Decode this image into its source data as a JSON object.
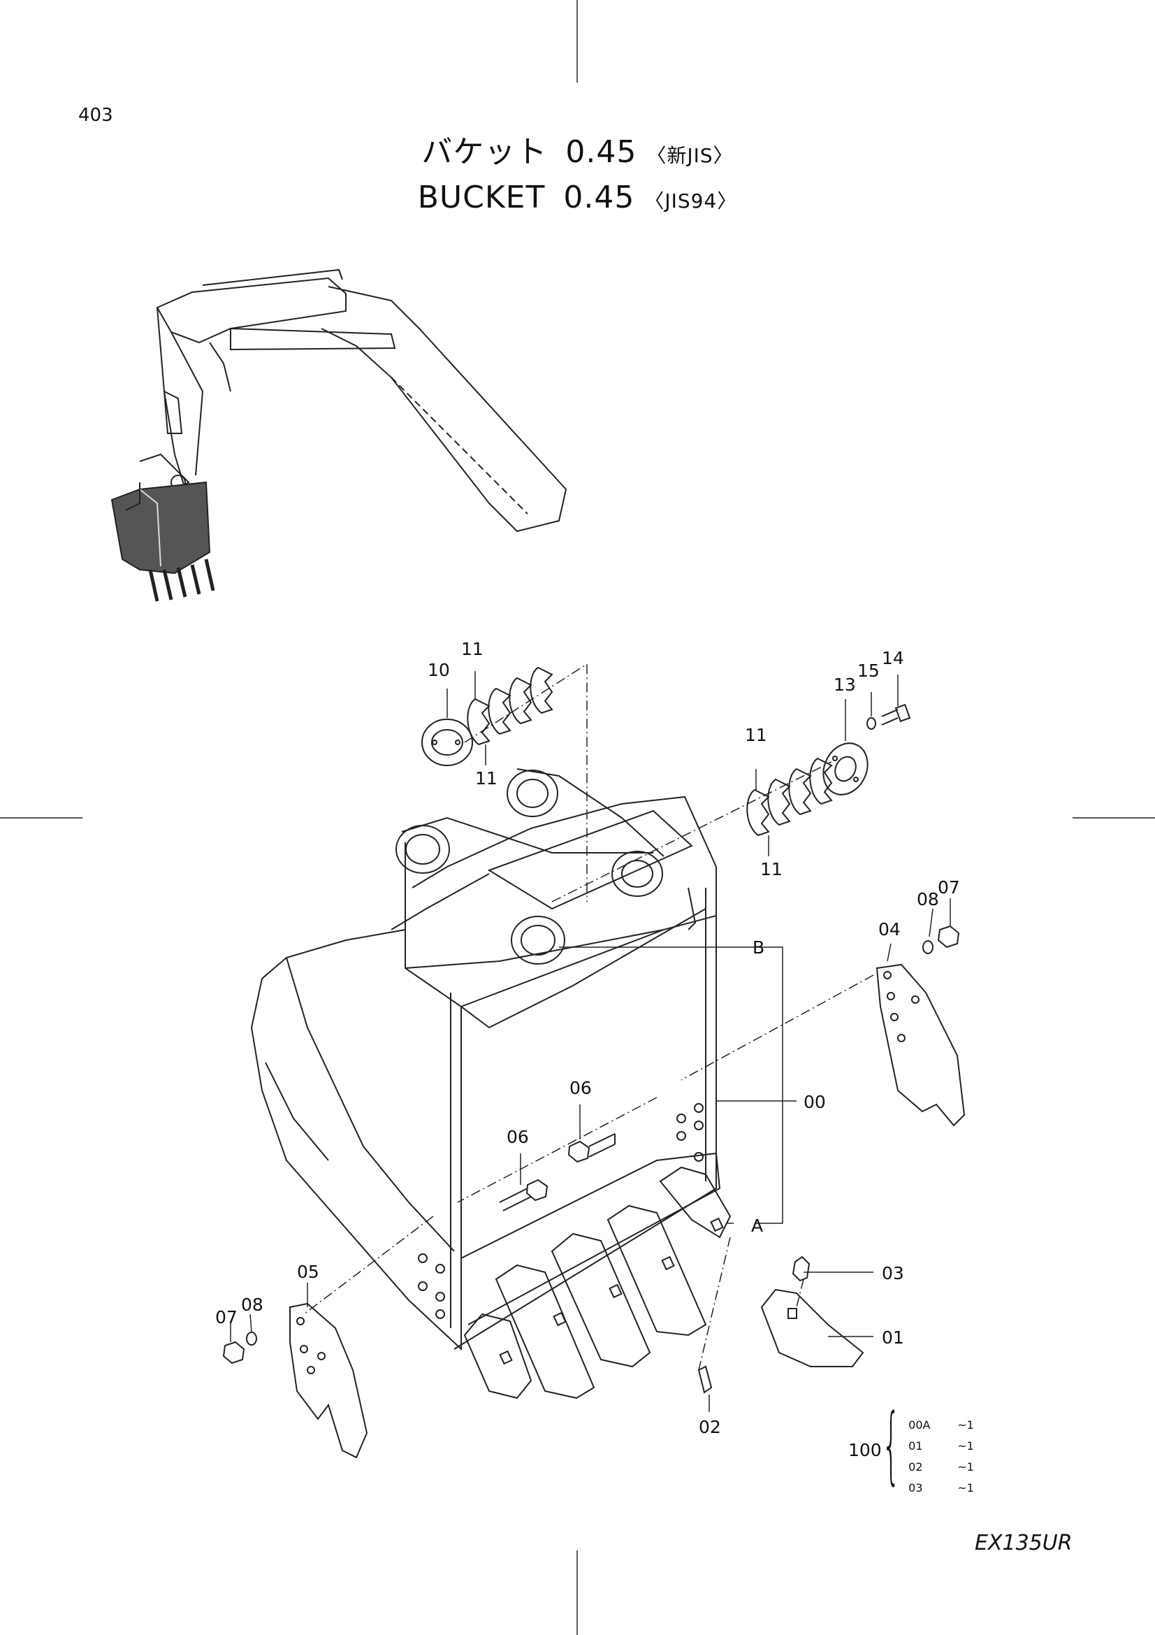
{
  "page_number": "403",
  "title": {
    "jp_name": "バケット",
    "en_name": "BUCKET",
    "capacity": "0.45",
    "jp_standard": "〈新JIS〉",
    "en_standard": "〈JIS94〉"
  },
  "model": "EX135UR",
  "callouts": {
    "c00": "00",
    "c01": "01",
    "c02": "02",
    "c03": "03",
    "c04": "04",
    "c05": "05",
    "c06a": "06",
    "c06b": "06",
    "c07a": "07",
    "c07b": "07",
    "c08a": "08",
    "c08b": "08",
    "c10": "10",
    "c11a": "11",
    "c11b": "11",
    "c11c": "11",
    "c11d": "11",
    "c13": "13",
    "c14": "14",
    "c15": "15",
    "refA": "A",
    "refB": "B"
  },
  "kit": {
    "number": "100",
    "items": [
      {
        "code": "00A",
        "qty": "~1"
      },
      {
        "code": "01",
        "qty": "~1"
      },
      {
        "code": "02",
        "qty": "~1"
      },
      {
        "code": "03",
        "qty": "~1"
      }
    ]
  }
}
